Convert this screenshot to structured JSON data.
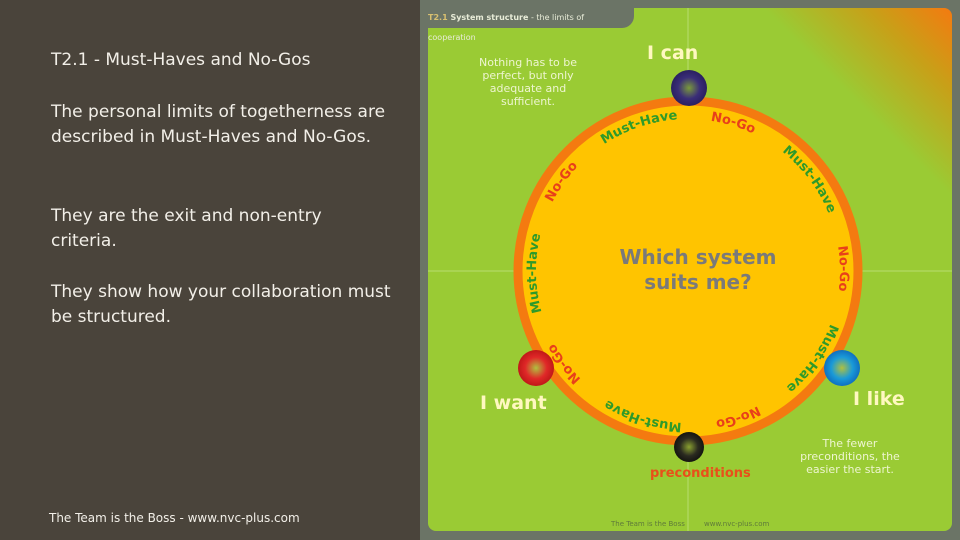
{
  "left": {
    "title": "T2.1 -  Must-Haves and No-Gos",
    "paragraphs": [
      "The personal limits of togetherness are described in Must-Haves and No-Gos.",
      "They are the exit and non-entry criteria.",
      "They show how your collaboration must be structured."
    ],
    "footer": "The Team is the Boss - www.nvc-plus.com"
  },
  "diagram": {
    "tab_number": "T2.1",
    "tab_title": "System structure",
    "tab_subtitle": " - the limits of cooperation",
    "note_top": "Nothing has to be perfect, but only adequate and sufficient.",
    "note_bottom": "The fewer preconditions, the easier the start.",
    "center": [
      "Which system",
      "suits me?"
    ],
    "i_can": "I can",
    "i_like": "I like",
    "i_want": "I want",
    "preconditions": "preconditions",
    "ring_labels": [
      "Must-Have",
      "No-Go",
      "Must-Have",
      "No-Go",
      "Must-Have",
      "No-Go",
      "Must-Have",
      "No-Go",
      "Must-Have",
      "No-Go"
    ],
    "footer_left": "The Team is the Boss",
    "footer_right": "www.nvc-plus.com",
    "colors": {
      "must_have": "#2e9a2a",
      "no_go": "#e8401a",
      "ring": "#f47a10",
      "fill": "#ffc400",
      "board": "#9acb34"
    }
  }
}
